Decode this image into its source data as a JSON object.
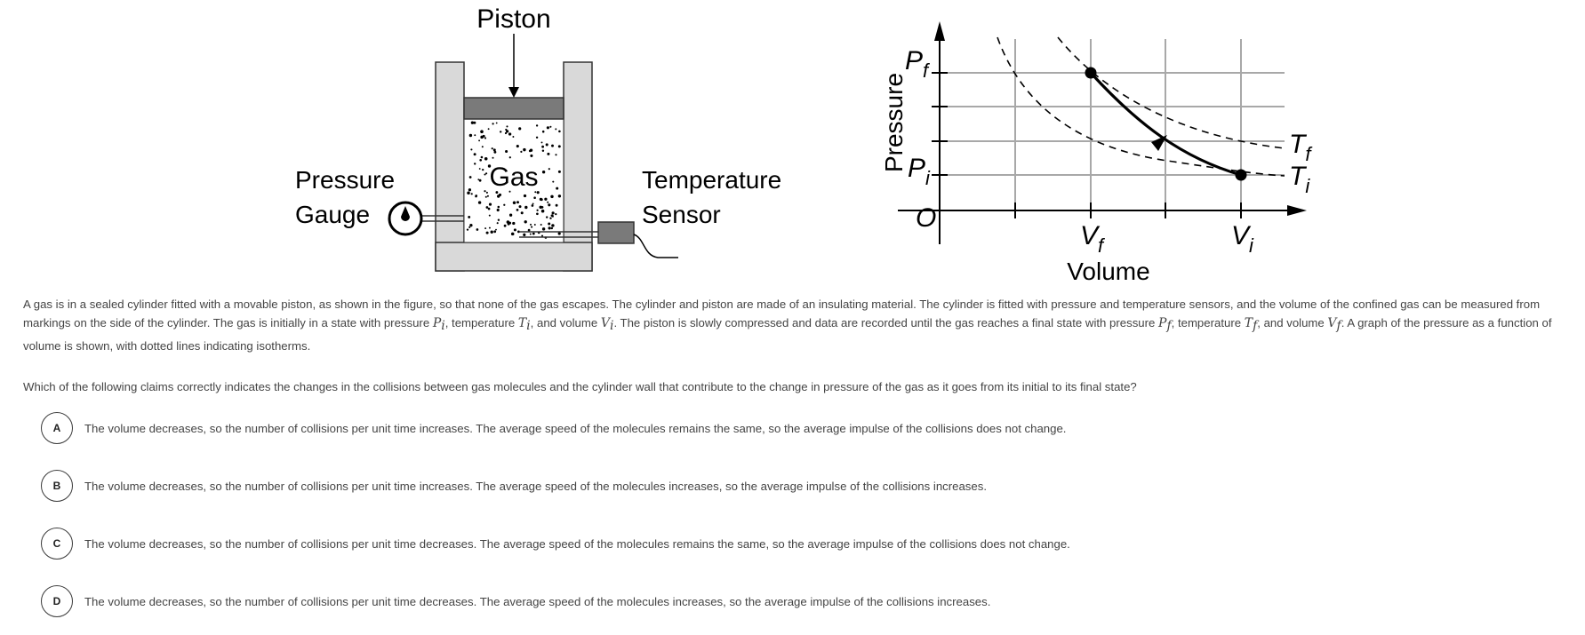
{
  "figure": {
    "apparatus": {
      "piston_label": "Piston",
      "gas_label": "Gas",
      "pressure_gauge_line1": "Pressure",
      "pressure_gauge_line2": "Gauge",
      "temperature_sensor_line1": "Temperature",
      "temperature_sensor_line2": "Sensor"
    },
    "graph": {
      "ylabel": "Pressure",
      "xlabel": "Volume",
      "origin_label": "O",
      "y_ticks": [
        {
          "main": "P",
          "sub": "f"
        },
        {
          "main": "P",
          "sub": "i"
        }
      ],
      "x_ticks": [
        {
          "main": "V",
          "sub": "f"
        },
        {
          "main": "V",
          "sub": "i"
        }
      ],
      "isotherm_labels": [
        {
          "main": "T",
          "sub": "f"
        },
        {
          "main": "T",
          "sub": "i"
        }
      ]
    }
  },
  "stimulus": {
    "part1": "A gas is in a sealed cylinder fitted with a movable piston, as shown in the figure, so that none of the gas escapes. The cylinder and piston are made of an insulating material. The cylinder is fitted with pressure and temperature sensors, and the volume of the confined gas can be measured from markings on the side of the cylinder. The gas is initially in a state with pressure ",
    "Pi": "P",
    "Pi_sub": "i",
    "part2": ", temperature ",
    "Ti": "T",
    "Ti_sub": "i",
    "part3": ", and volume ",
    "Vi": "V",
    "Vi_sub": "i",
    "part4": ". The piston is slowly compressed and data are recorded until the gas reaches a final state with pressure ",
    "Pf": "P",
    "Pf_sub": "f",
    "part5": ", temperature ",
    "Tf": "T",
    "Tf_sub": "f",
    "part6": ", and volume ",
    "Vf": "V",
    "Vf_sub": "f",
    "part7": ". A graph of the pressure as a function of volume is shown, with dotted lines indicating isotherms."
  },
  "question": "Which of the following claims correctly indicates the changes in the collisions between gas molecules and the cylinder wall that contribute to the change in pressure of the gas as it goes from its initial to its final state?",
  "choices": [
    {
      "letter": "A",
      "text": "The volume decreases, so the number of collisions per unit time increases. The average speed of the molecules remains the same, so the average impulse of the collisions does not change."
    },
    {
      "letter": "B",
      "text": "The volume decreases, so the number of collisions per unit time increases. The average speed of the molecules increases, so the average impulse of the collisions increases."
    },
    {
      "letter": "C",
      "text": "The volume decreases, so the number of collisions per unit time decreases. The average speed of the molecules remains the same, so the average impulse of the collisions does not change."
    },
    {
      "letter": "D",
      "text": "The volume decreases, so the number of collisions per unit time decreases. The average speed of the molecules increases, so the average impulse of the collisions increases."
    }
  ]
}
